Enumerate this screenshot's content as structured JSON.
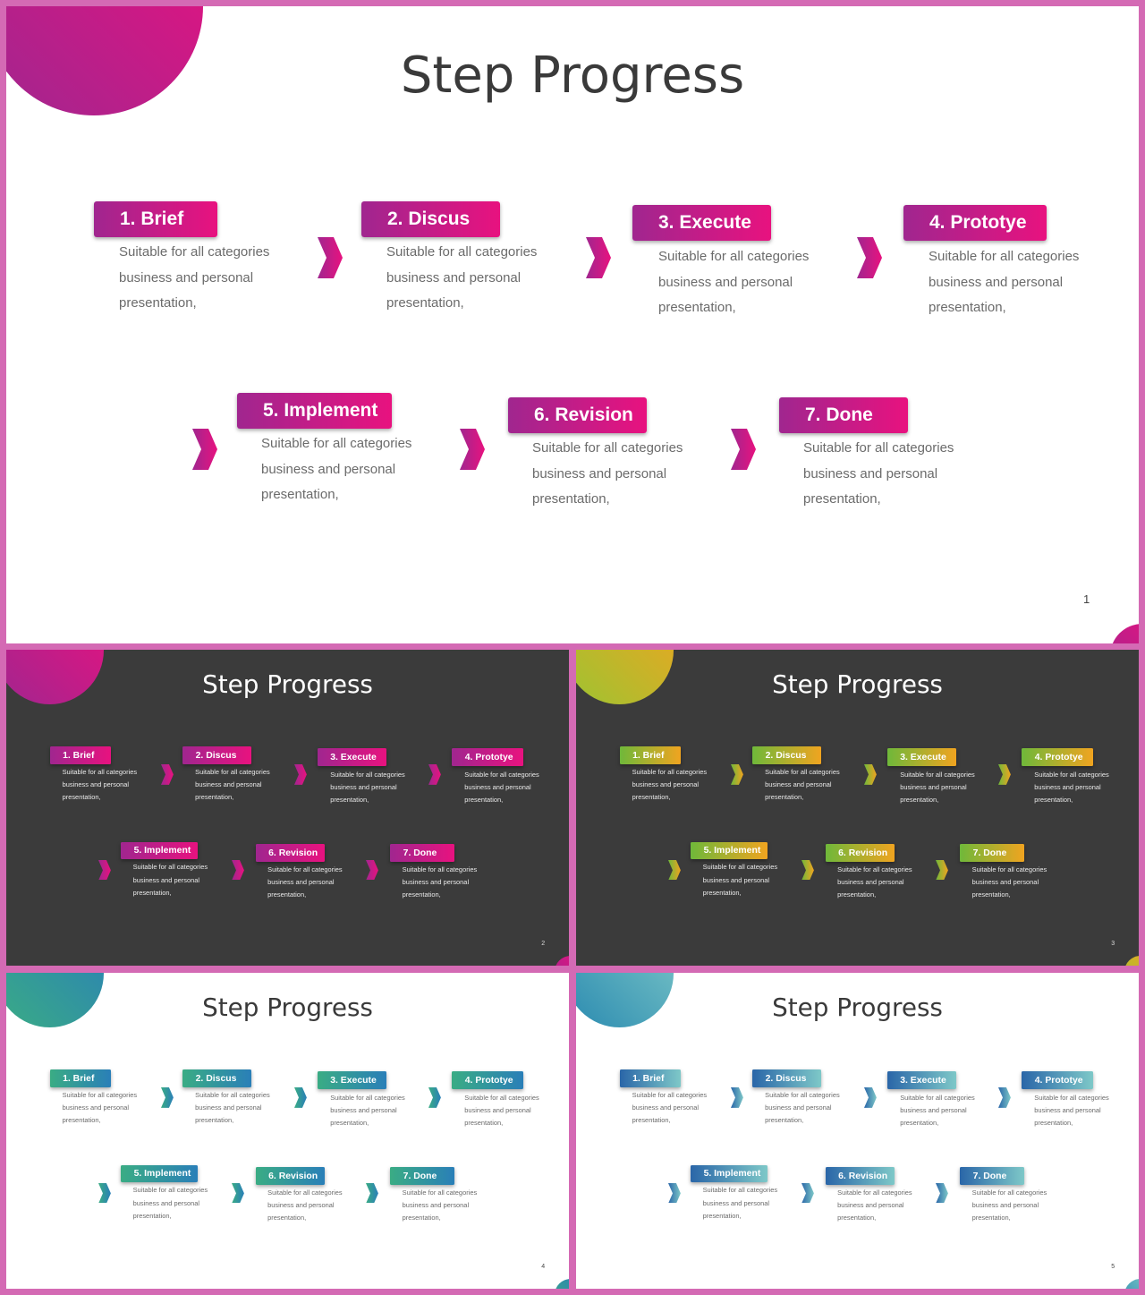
{
  "slides": [
    {
      "title": "Step Progress",
      "page_number": "1",
      "theme": "light",
      "colors": {
        "from": "#a0268f",
        "to": "#e8127f",
        "corner_from": "#e8127f",
        "corner_to": "#a0268f"
      },
      "steps": [
        {
          "label": "1. Brief",
          "lines": [
            "Suitable for all categories",
            "business and personal",
            "presentation,"
          ]
        },
        {
          "label": "2. Discus",
          "lines": [
            "Suitable for all categories",
            "business and personal",
            "presentation,"
          ]
        },
        {
          "label": "3. Execute",
          "lines": [
            "Suitable for all categories",
            "business and personal",
            "presentation,"
          ]
        },
        {
          "label": "4. Prototye",
          "lines": [
            "Suitable for all categories",
            "business and personal",
            "presentation,"
          ]
        },
        {
          "label": "5. Implement",
          "lines": [
            "Suitable for all categories",
            "business and personal",
            "presentation,"
          ]
        },
        {
          "label": "6. Revision",
          "lines": [
            "Suitable for all categories",
            "business and personal",
            "presentation,"
          ]
        },
        {
          "label": "7. Done",
          "lines": [
            "Suitable for all categories",
            "business and personal",
            "presentation,"
          ]
        }
      ],
      "arrow_icon": "chevron-right-icon"
    },
    {
      "title": "Step Progress",
      "page_number": "2",
      "theme": "dark",
      "colors": {
        "from": "#a0268f",
        "to": "#e8127f",
        "corner_from": "#e8127f",
        "corner_to": "#a0268f"
      },
      "steps": [
        {
          "label": "1. Brief",
          "lines": [
            "Suitable for all categories",
            "business and personal",
            "presentation,"
          ]
        },
        {
          "label": "2. Discus",
          "lines": [
            "Suitable for all categories",
            "business and personal",
            "presentation,"
          ]
        },
        {
          "label": "3. Execute",
          "lines": [
            "Suitable for all categories",
            "business and personal",
            "presentation,"
          ]
        },
        {
          "label": "4. Prototye",
          "lines": [
            "Suitable for all categories",
            "business and personal",
            "presentation,"
          ]
        },
        {
          "label": "5. Implement",
          "lines": [
            "Suitable for all categories",
            "business and personal",
            "presentation,"
          ]
        },
        {
          "label": "6. Revision",
          "lines": [
            "Suitable for all categories",
            "business and personal",
            "presentation,"
          ]
        },
        {
          "label": "7. Done",
          "lines": [
            "Suitable for all categories",
            "business and personal",
            "presentation,"
          ]
        }
      ],
      "arrow_icon": "chevron-right-icon"
    },
    {
      "title": "Step Progress",
      "page_number": "3",
      "theme": "dark",
      "colors": {
        "from": "#6fb83a",
        "to": "#f0a420",
        "corner_from": "#f0a420",
        "corner_to": "#9cc432"
      },
      "steps": [
        {
          "label": "1. Brief",
          "lines": [
            "Suitable for all categories",
            "business and personal",
            "presentation,"
          ]
        },
        {
          "label": "2. Discus",
          "lines": [
            "Suitable for all categories",
            "business and personal",
            "presentation,"
          ]
        },
        {
          "label": "3. Execute",
          "lines": [
            "Suitable for all categories",
            "business and personal",
            "presentation,"
          ]
        },
        {
          "label": "4. Prototye",
          "lines": [
            "Suitable for all categories",
            "business and personal",
            "presentation,"
          ]
        },
        {
          "label": "5. Implement",
          "lines": [
            "Suitable for all categories",
            "business and personal",
            "presentation,"
          ]
        },
        {
          "label": "6. Revision",
          "lines": [
            "Suitable for all categories",
            "business and personal",
            "presentation,"
          ]
        },
        {
          "label": "7. Done",
          "lines": [
            "Suitable for all categories",
            "business and personal",
            "presentation,"
          ]
        }
      ],
      "arrow_icon": "chevron-right-icon"
    },
    {
      "title": "Step Progress",
      "page_number": "4",
      "theme": "light",
      "colors": {
        "from": "#3aac84",
        "to": "#2a7fb8",
        "corner_from": "#2a7fb8",
        "corner_to": "#3aac84"
      },
      "steps": [
        {
          "label": "1. Brief",
          "lines": [
            "Suitable for all categories",
            "business and personal",
            "presentation,"
          ]
        },
        {
          "label": "2. Discus",
          "lines": [
            "Suitable for all categories",
            "business and personal",
            "presentation,"
          ]
        },
        {
          "label": "3. Execute",
          "lines": [
            "Suitable for all categories",
            "business and personal",
            "presentation,"
          ]
        },
        {
          "label": "4. Prototye",
          "lines": [
            "Suitable for all categories",
            "business and personal",
            "presentation,"
          ]
        },
        {
          "label": "5. Implement",
          "lines": [
            "Suitable for all categories",
            "business and personal",
            "presentation,"
          ]
        },
        {
          "label": "6. Revision",
          "lines": [
            "Suitable for all categories",
            "business and personal",
            "presentation,"
          ]
        },
        {
          "label": "7. Done",
          "lines": [
            "Suitable for all categories",
            "business and personal",
            "presentation,"
          ]
        }
      ],
      "arrow_icon": "chevron-right-icon"
    },
    {
      "title": "Step Progress",
      "page_number": "5",
      "theme": "light",
      "colors": {
        "from": "#2a66a8",
        "to": "#7ec8c8",
        "corner_from": "#7ec8c8",
        "corner_to": "#2a8ab0"
      },
      "steps": [
        {
          "label": "1. Brief",
          "lines": [
            "Suitable for all categories",
            "business and personal",
            "presentation,"
          ]
        },
        {
          "label": "2. Discus",
          "lines": [
            "Suitable for all categories",
            "business and personal",
            "presentation,"
          ]
        },
        {
          "label": "3. Execute",
          "lines": [
            "Suitable for all categories",
            "business and personal",
            "presentation,"
          ]
        },
        {
          "label": "4. Prototye",
          "lines": [
            "Suitable for all categories",
            "business and personal",
            "presentation,"
          ]
        },
        {
          "label": "5. Implement",
          "lines": [
            "Suitable for all categories",
            "business and personal",
            "presentation,"
          ]
        },
        {
          "label": "6. Revision",
          "lines": [
            "Suitable for all categories",
            "business and personal",
            "presentation,"
          ]
        },
        {
          "label": "7. Done",
          "lines": [
            "Suitable for all categories",
            "business and personal",
            "presentation,"
          ]
        }
      ],
      "arrow_icon": "chevron-right-icon"
    }
  ]
}
